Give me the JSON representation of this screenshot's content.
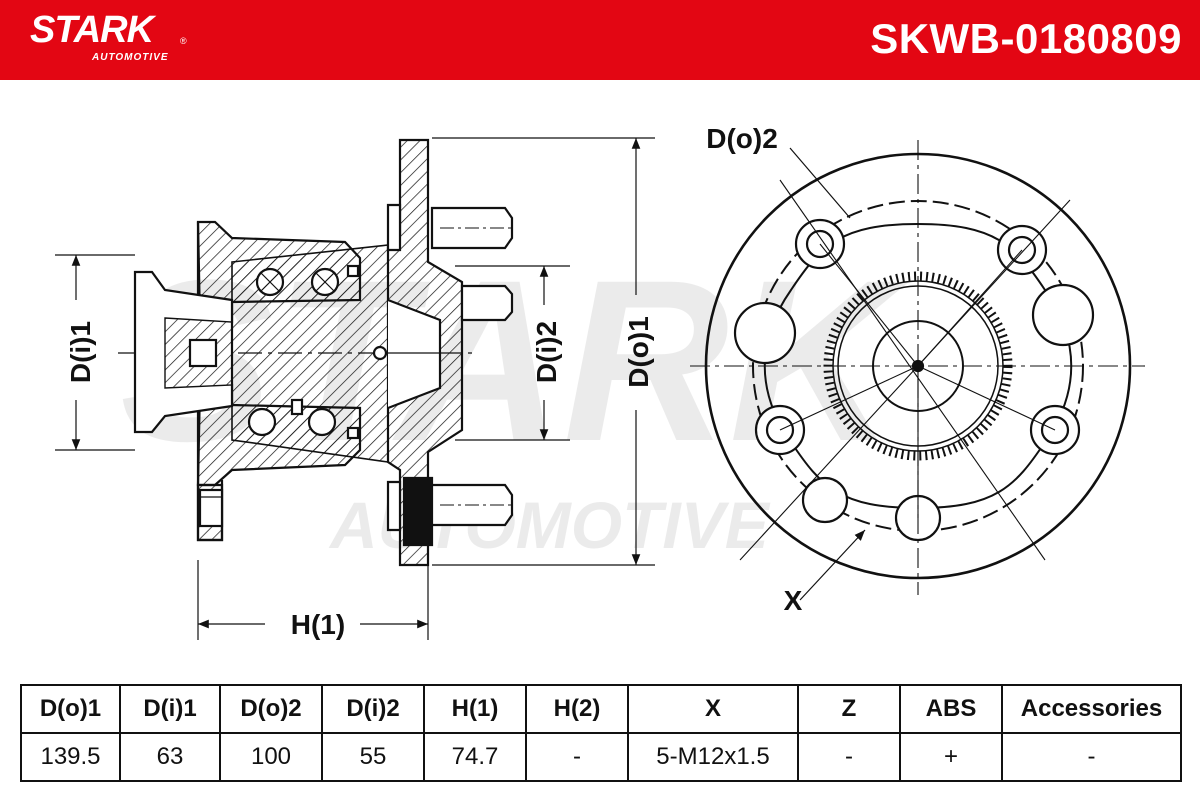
{
  "brand": {
    "name": "STARK",
    "sub": "AUTOMOTIVE",
    "reg_mark": "®"
  },
  "part_number": "SKWB-0180809",
  "drawing_labels": {
    "di1": "D(i)1",
    "di2": "D(i)2",
    "do1": "D(o)1",
    "do2": "D(o)2",
    "h1": "H(1)",
    "x": "X"
  },
  "watermark": {
    "line1": "STARK",
    "line2": "AUTOMOTIVE"
  },
  "specs": {
    "headers": [
      "D(o)1",
      "D(i)1",
      "D(o)2",
      "D(i)2",
      "H(1)",
      "H(2)",
      "X",
      "Z",
      "ABS",
      "Accessories"
    ],
    "values": [
      "139.5",
      "63",
      "100",
      "55",
      "74.7",
      "-",
      "5-M12x1.5",
      "-",
      "+",
      "-"
    ]
  },
  "colors": {
    "brand_red": "#e30613",
    "line": "#111111",
    "watermark": "#d6d6d6"
  }
}
